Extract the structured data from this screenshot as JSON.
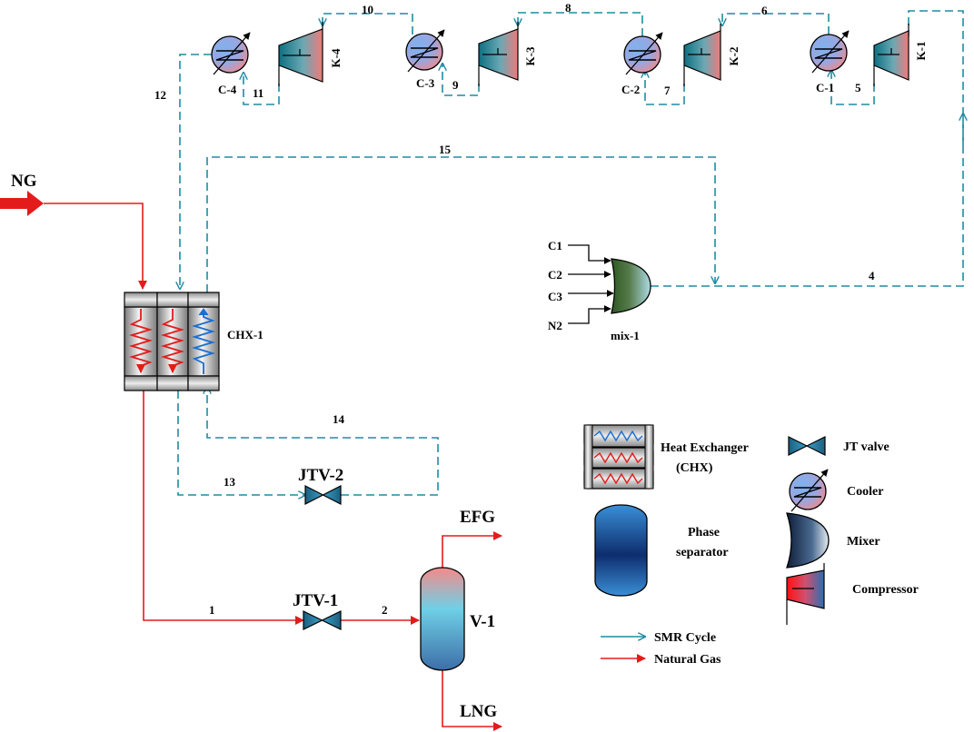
{
  "colors": {
    "smr_cycle": "#1f8ca3",
    "natural_gas": "#e41b1b"
  },
  "feed_labels": {
    "ng": "NG",
    "efg": "EFG",
    "lng": "LNG"
  },
  "equipment": {
    "coolers": [
      "C-1",
      "C-2",
      "C-3",
      "C-4"
    ],
    "compressors": [
      "K-1",
      "K-2",
      "K-3",
      "K-4"
    ],
    "heat_exchanger": "CHX-1",
    "mixer": "mix-1",
    "valves": [
      "JTV-1",
      "JTV-2"
    ],
    "separator": "V-1"
  },
  "mixer_inputs": [
    "C1",
    "C2",
    "C3",
    "N2"
  ],
  "streams": [
    "1",
    "2",
    "4",
    "5",
    "6",
    "7",
    "8",
    "9",
    "10",
    "11",
    "12",
    "13",
    "14",
    "15"
  ],
  "legend": {
    "heat_exchanger": [
      "Heat Exchanger",
      "(CHX)"
    ],
    "jt_valve": "JT valve",
    "cooler": "Cooler",
    "phase_separator": [
      "Phase",
      "separator"
    ],
    "mixer": "Mixer",
    "compressor": "Compressor",
    "smr_cycle": "SMR Cycle",
    "natural_gas": "Natural Gas"
  }
}
